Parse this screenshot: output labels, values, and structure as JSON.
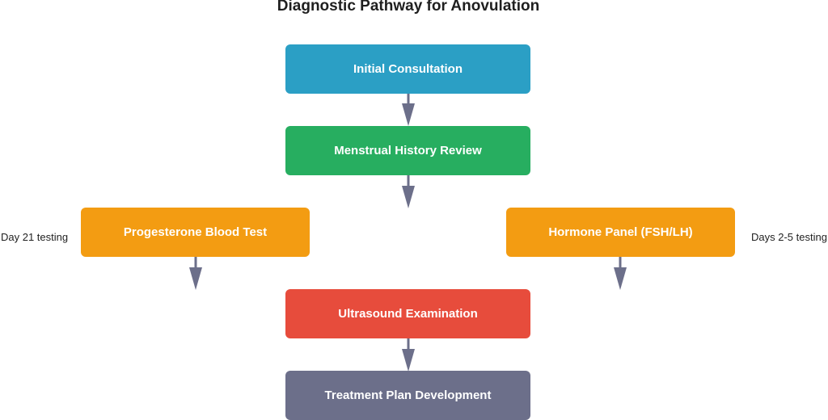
{
  "title": "Diagnostic Pathway for Anovulation",
  "colors": {
    "initial": "#2b9fc5",
    "history": "#27ae60",
    "test": "#f39c12",
    "ultrasound": "#e74c3c",
    "treatment": "#6c6f8a",
    "arrow": "#6c6f8a"
  },
  "nodes": {
    "initial_consultation": "Initial Consultation",
    "menstrual_history": "Menstrual History Review",
    "progesterone_test": "Progesterone Blood Test",
    "hormone_panel": "Hormone Panel (FSH/LH)",
    "ultrasound": "Ultrasound Examination",
    "treatment_plan": "Treatment Plan Development"
  },
  "notes": {
    "progesterone": "Day 21 testing",
    "hormone": "Days 2-5 testing"
  }
}
